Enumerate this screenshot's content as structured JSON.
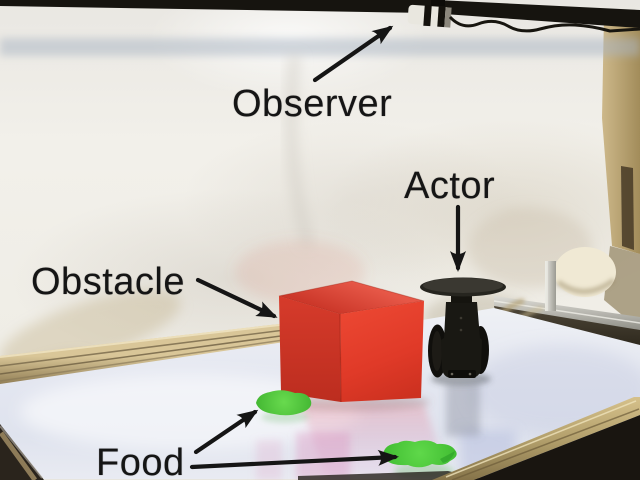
{
  "annotations": {
    "observer": {
      "label": "Observer",
      "points_to": "overhead camera on top rail"
    },
    "actor": {
      "label": "Actor",
      "points_to": "small two-wheeled robot with disc top"
    },
    "obstacle": {
      "label": "Obstacle",
      "points_to": "red cube on table"
    },
    "food": {
      "label": "Food",
      "points_to": "two green patches on table"
    }
  },
  "colors": {
    "label_text": "#151515",
    "obstacle_cube_red": "#e03a2b",
    "food_patch_green": "#4ec63e",
    "table_surface_white": "#e3e6f0",
    "backdrop_sheet_white": "#efede8",
    "frame_aluminum_tan": "#b8a578",
    "overhead_rail_black": "#16140f"
  }
}
